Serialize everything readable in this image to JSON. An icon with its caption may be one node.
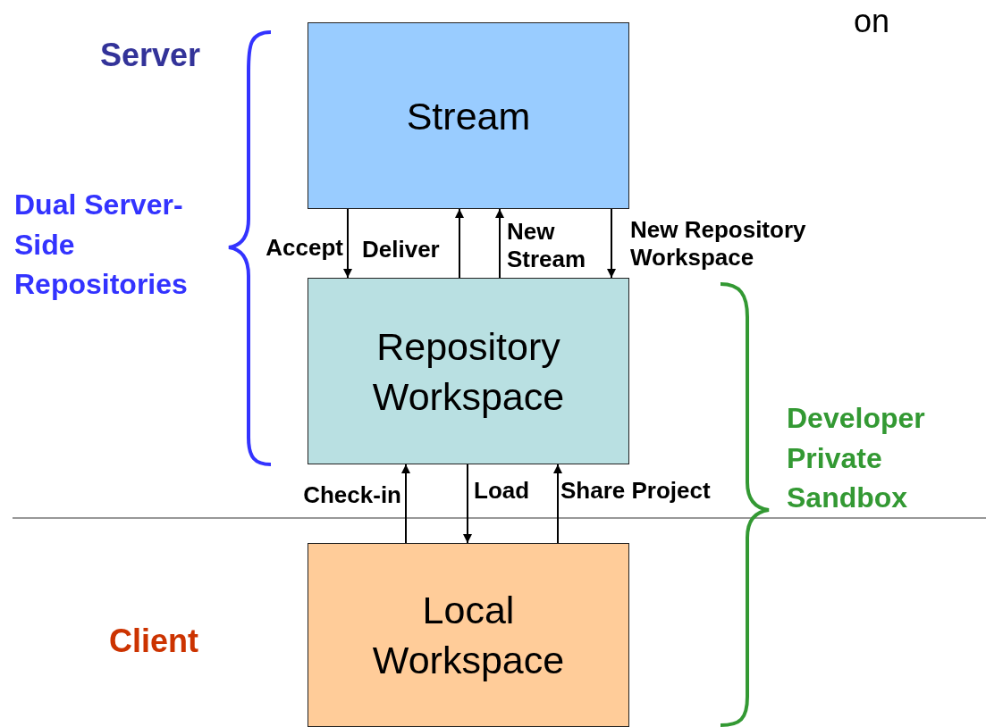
{
  "diagram": {
    "nodes": [
      {
        "text": [
          "Stream"
        ]
      },
      {
        "text": [
          "Repository Workspace"
        ]
      },
      {
        "text": [
          "Local Workspace"
        ]
      }
    ],
    "edges": [
      {
        "from": 0,
        "to": 1,
        "arrow": "to",
        "label": "Accept"
      },
      {
        "from": 1,
        "to": 0,
        "arrow": "to",
        "label": "Deliver"
      },
      {
        "from": 1,
        "to": 0,
        "arrow": "to",
        "label": "New Stream"
      },
      {
        "from": 0,
        "to": 1,
        "arrow": "to",
        "label": "New Repository Workspace"
      },
      {
        "from": 2,
        "to": 1,
        "arrow": "to",
        "label": "Check-in"
      },
      {
        "from": 1,
        "to": 2,
        "arrow": "to",
        "label": "Load"
      },
      {
        "from": 2,
        "to": 1,
        "arrow": "to",
        "label": "Share Project"
      }
    ],
    "labels": [
      "on",
      "Server",
      "Dual Server-Side Repositories",
      "Developer Private Sandbox",
      "Client"
    ]
  }
}
